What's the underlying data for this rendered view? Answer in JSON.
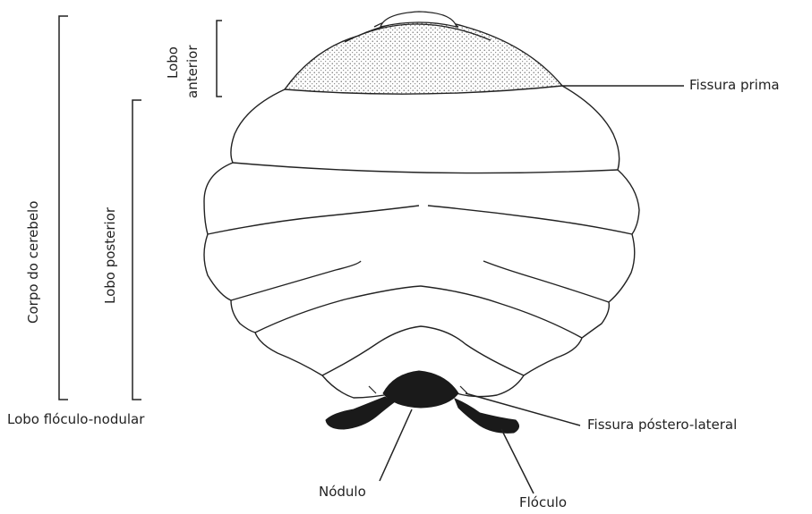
{
  "labels": {
    "lobo_line1": "Lobo",
    "lobo_line2": "anterior",
    "fissura_prima": "Fissura prima",
    "corpo_do_cerebelo": "Corpo do cerebelo",
    "lobo_posterior": "Lobo posterior",
    "lobo_flocculonodular": "Lobo flóculo-nodular",
    "fissura_postero_lateral": "Fissura póstero-lateral",
    "nodulo": "Nódulo",
    "floculo": "Flóculo"
  },
  "colors": {
    "line": "#222222",
    "dark_lobe": "#1a1a1a",
    "stipple": "#555555"
  }
}
